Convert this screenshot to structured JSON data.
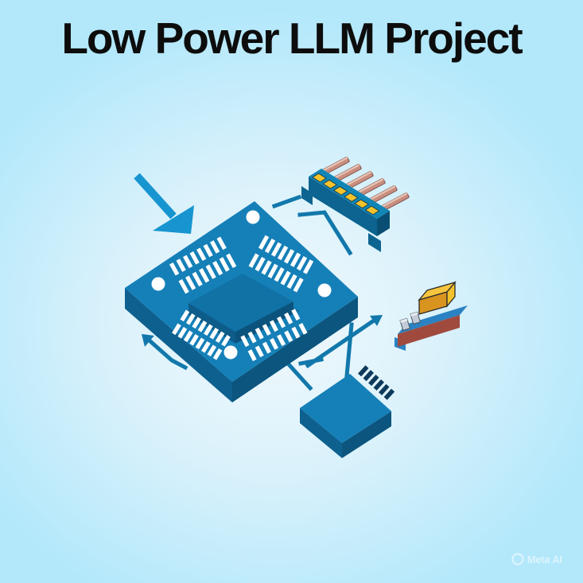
{
  "title": "Low Power LLM Project",
  "watermark": {
    "label": "Meta AI",
    "icon": "meta-ai-circle-icon"
  },
  "illustration": {
    "components": [
      "main-processor-chip",
      "pin-header-connector",
      "daughter-board-module",
      "flat-memory-chip",
      "large-pointer-arrow",
      "return-arrow",
      "flow-arrow-to-board",
      "circuit-traces"
    ]
  },
  "colors": {
    "background_outer": "#b3e8fb",
    "background_inner": "#f1f9fd",
    "title_color": "#0d0d0d",
    "chip_blue": "#1580b8",
    "chip_side_dark": "#0e608f",
    "chip_side_darker": "#0b557e",
    "die_blue": "#1172a6",
    "die_side": "#0d5c8a",
    "die_side_dark": "#0b537d",
    "accent_arrow": "#1795d0",
    "trace_blue": "#1278ab",
    "pin_white": "#ffffff",
    "connector_teal": "#1186b6",
    "connector_teal_dark": "#0d6490",
    "connector_teal_darker": "#0a4f73",
    "copper": "#c88d7e",
    "copper_light": "#e9c3b4",
    "gold": "#f2c22c",
    "gold_light": "#f6c53e",
    "gold_dark": "#d9941f",
    "board_blue": "#2a82c2",
    "board_maroon": "#a04a3e",
    "silver": "#c3ccd8",
    "navy_pin": "#0d3a5c"
  }
}
